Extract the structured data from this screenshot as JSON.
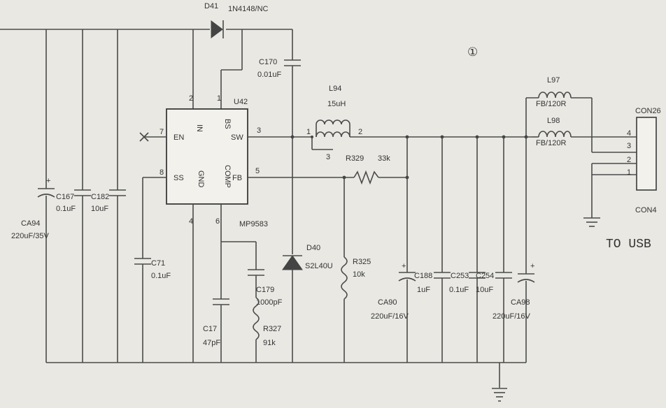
{
  "circle_marker": "①",
  "ic": {
    "ref": "U42",
    "part": "MP9583",
    "pins": {
      "en": "EN",
      "sw": "SW",
      "ss": "SS",
      "fb": "FB",
      "in": "IN",
      "bs": "BS",
      "gnd": "GND",
      "comp": "COMP"
    },
    "pin_numbers": {
      "p7": "7",
      "p3": "3",
      "p8": "8",
      "p5": "5",
      "p2": "2",
      "p1": "1",
      "p4": "4",
      "p6": "6"
    }
  },
  "diode_d41": {
    "ref": "D41",
    "value": "1N4148/NC"
  },
  "cap_c170": {
    "ref": "C170",
    "value": "0.01uF"
  },
  "inductor_l94": {
    "ref": "L94",
    "value": "15uH",
    "pin1": "1",
    "pin2": "2",
    "pin3": "3"
  },
  "resistor_r329": {
    "ref": "R329",
    "value": "33k"
  },
  "resistor_r325": {
    "ref": "R325",
    "value": "10k"
  },
  "resistor_r327": {
    "ref": "R327",
    "value": "91k"
  },
  "diode_d40": {
    "ref": "D40",
    "value": "S2L40U"
  },
  "cap_c179": {
    "ref": "C179",
    "value": "1000pF"
  },
  "cap_c17": {
    "ref": "C17",
    "value": "47pF"
  },
  "cap_c71": {
    "ref": "C71",
    "value": "0.1uF"
  },
  "cap_ca94": {
    "ref": "CA94",
    "value": "220uF/35V"
  },
  "cap_c167": {
    "ref": "C167",
    "value": "0.1uF"
  },
  "cap_c182": {
    "ref": "C182",
    "value": "10uF"
  },
  "cap_ca90": {
    "ref": "CA90",
    "value": "220uF/16V"
  },
  "cap_c188": {
    "ref": "C188",
    "value": "1uF"
  },
  "cap_c253": {
    "ref": "C253",
    "value": "0.1uF"
  },
  "cap_c254": {
    "ref": "C254",
    "value": "10uF"
  },
  "cap_ca98": {
    "ref": "CA98",
    "value": "220uF/16V"
  },
  "ferrite_l97": {
    "ref": "L97",
    "value": "FB/120R"
  },
  "ferrite_l98": {
    "ref": "L98",
    "value": "FB/120R"
  },
  "connector": {
    "top_ref": "CON26",
    "bottom_ref": "CON4",
    "pins": [
      "4",
      "3",
      "2",
      "1"
    ],
    "caption": "TO USB"
  }
}
